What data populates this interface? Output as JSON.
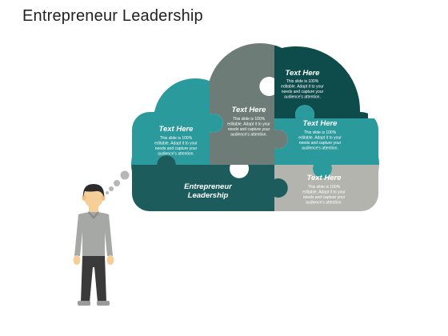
{
  "slide": {
    "title": "Entrepreneur Leadership"
  },
  "puzzle": {
    "center_label_line1": "Entrepreneur",
    "center_label_line2": "Leadership",
    "pieces": [
      {
        "title": "Text Here",
        "body": [
          "This slide is 100%",
          "editable. Adapt it to your",
          "needs and capture your",
          "audience's attention."
        ],
        "color": "#0e4c4c"
      },
      {
        "title": "Text Here",
        "body": [
          "This slide is 100%",
          "editable. Adapt it to your",
          "needs and capture your",
          "audience's attention."
        ],
        "color": "#6e7c78"
      },
      {
        "title": "Text Here",
        "body": [
          "This slide is 100%",
          "editable. Adapt it to your",
          "needs and capture your",
          "audience's attention."
        ],
        "color": "#2a9a9c"
      },
      {
        "title": "Text Here",
        "body": [
          "This slide is 100%",
          "editable. Adapt it to your",
          "needs and capture your",
          "audience's attention."
        ],
        "color": "#2a9a9c"
      },
      {
        "title": "Text Here",
        "body": [
          "This slide is 100%",
          "editable. Adapt it to your",
          "needs and capture your",
          "audience's attention."
        ],
        "color": "#b4b4ae"
      }
    ],
    "leadership_color": "#1d5c5c"
  },
  "person": {
    "skin": "#f6cf98",
    "hair": "#2b2b2b",
    "shirt": "#a5a8a4",
    "pants": "#3a3a3a",
    "thought_bubble": "#b7b7b7"
  }
}
